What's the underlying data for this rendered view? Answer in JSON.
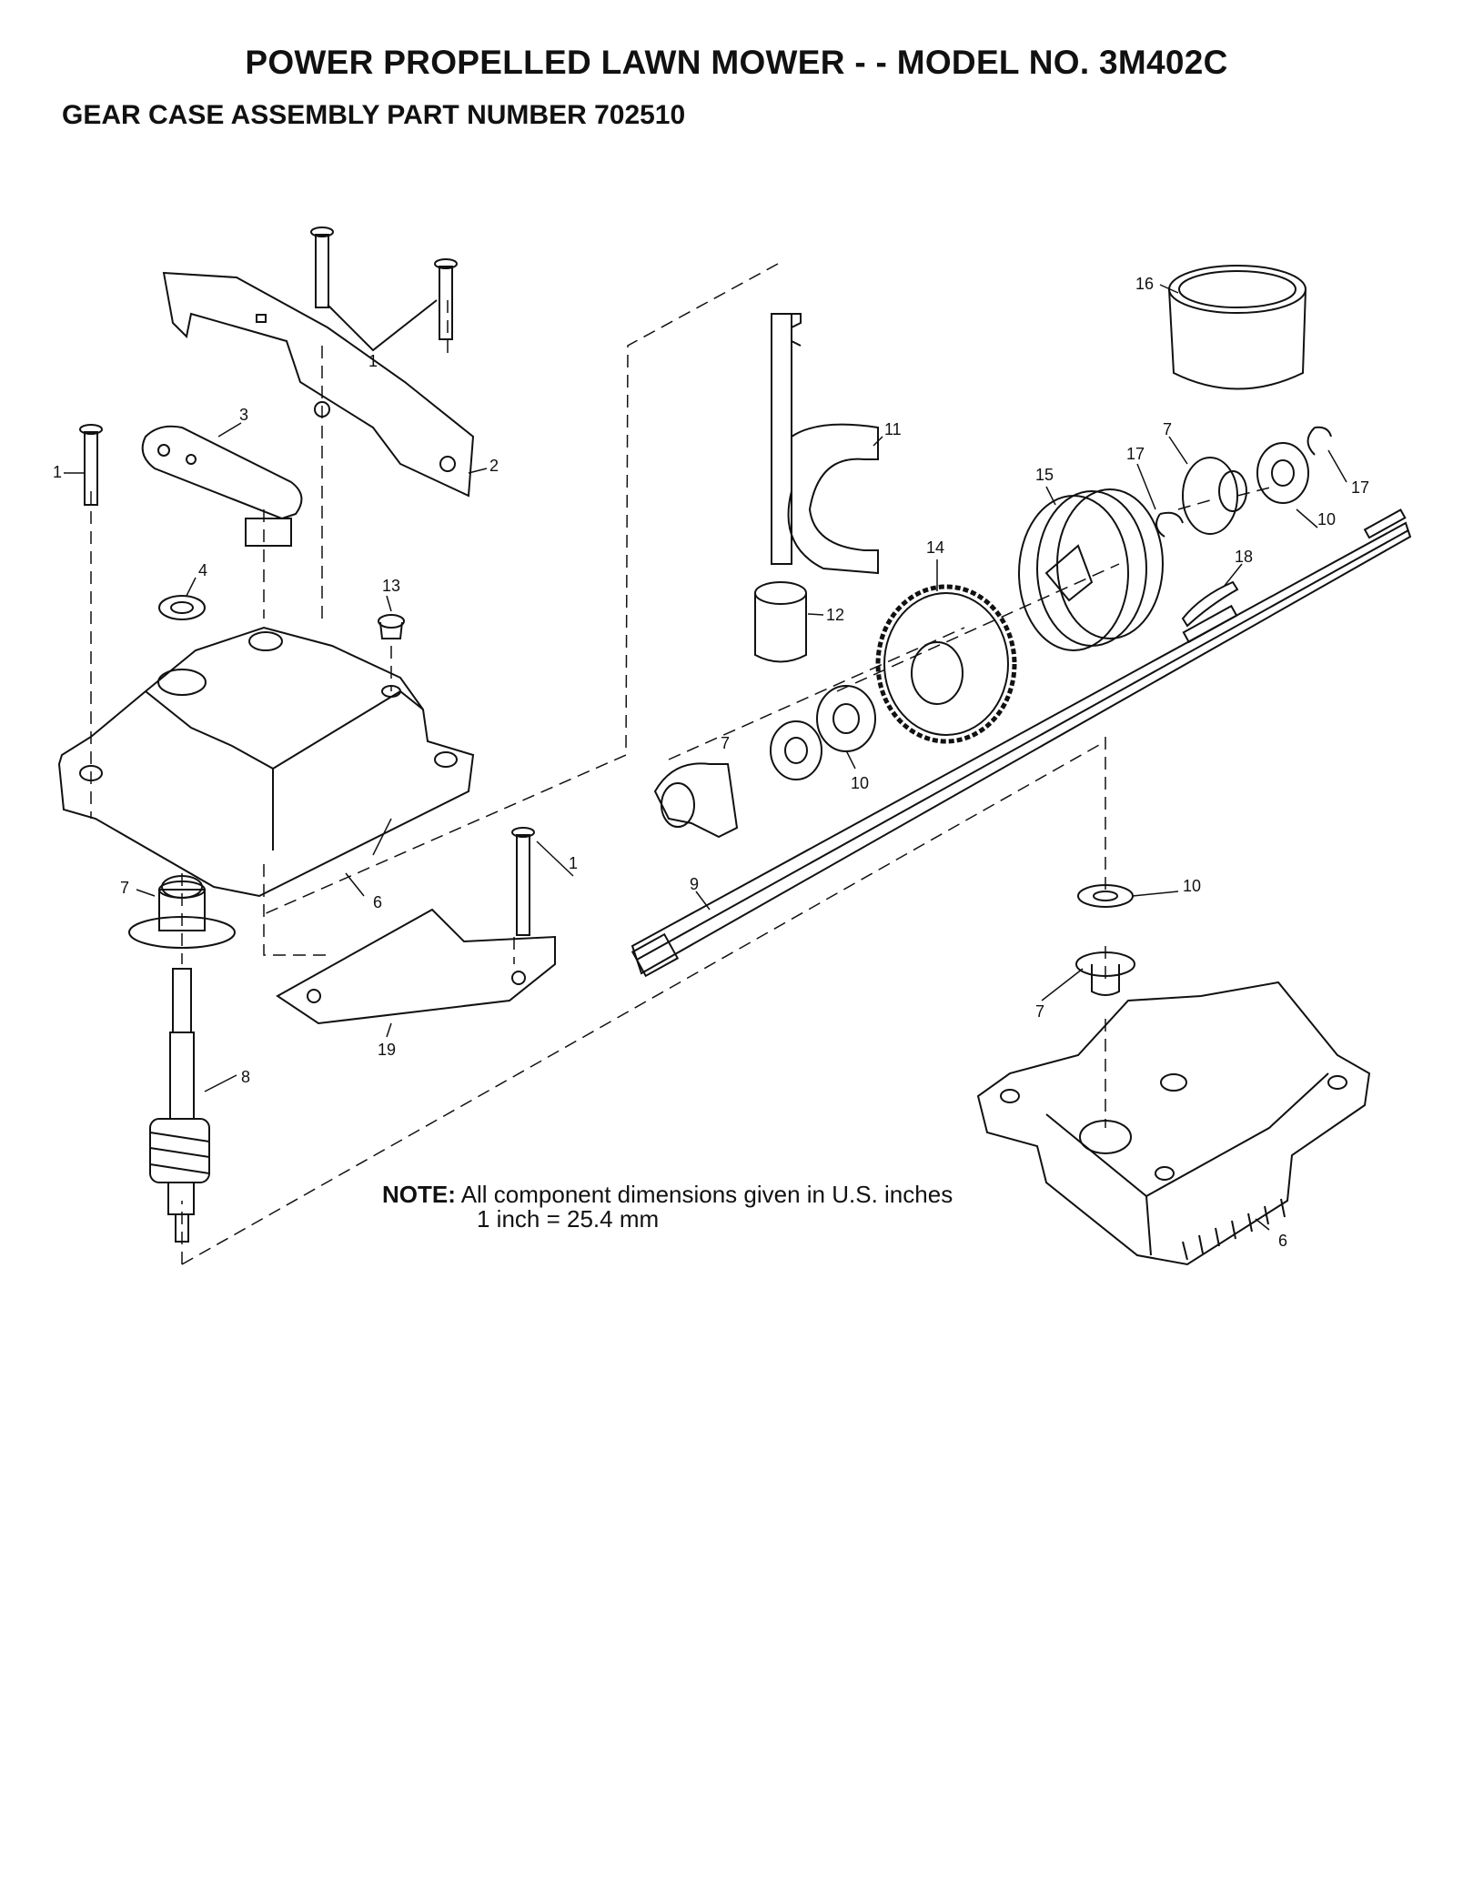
{
  "title": "POWER PROPELLED LAWN MOWER - - MODEL NO. 3M402C",
  "subtitle": "GEAR CASE ASSEMBLY PART NUMBER 702510",
  "note": {
    "label": "NOTE:",
    "line1": "All component dimensions given in U.S. inches",
    "line2": "1 inch = 25.4 mm"
  },
  "callouts": {
    "c1a": "1",
    "c1b": "1",
    "c1c": "1",
    "c2": "2",
    "c3": "3",
    "c4": "4",
    "c6a": "6",
    "c6b": "6",
    "c7a": "7",
    "c7b": "7",
    "c7c": "7",
    "c7d": "7",
    "c8": "8",
    "c9": "9",
    "c10a": "10",
    "c10b": "10",
    "c10c": "10",
    "c11": "11",
    "c12": "12",
    "c13": "13",
    "c14": "14",
    "c15": "15",
    "c16": "16",
    "c17a": "17",
    "c17b": "17",
    "c18": "18",
    "c19": "19"
  },
  "colors": {
    "ink": "#111111",
    "paper": "#ffffff"
  }
}
